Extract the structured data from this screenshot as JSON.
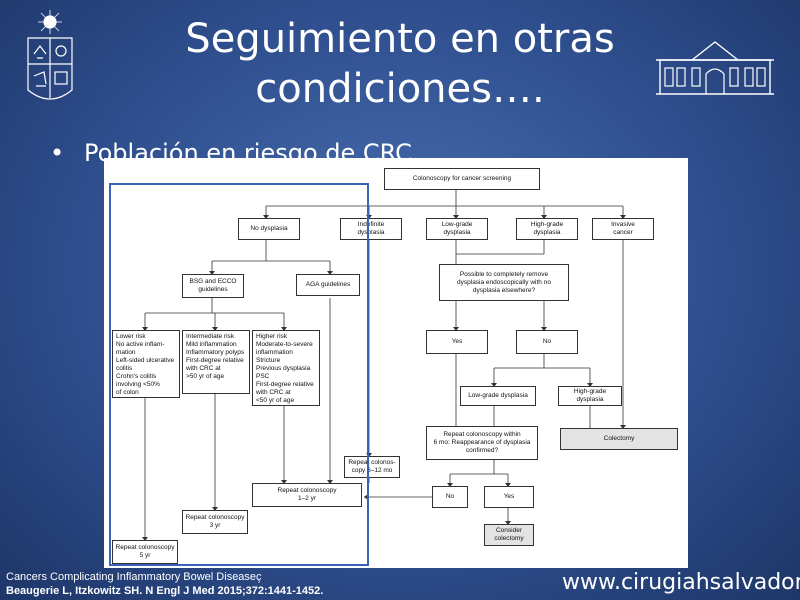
{
  "slide": {
    "title_line1": "Seguimiento en otras",
    "title_line2": "condiciones….",
    "bullet": "Población en riesgo de CRC",
    "citation_line1": "Cancers Complicating Inflammatory Bowel Diseaseç",
    "citation_line2": "Beaugerie L, Itzkowitz SH. N Engl J Med 2015;372:1441-1452.",
    "website": "www.cirugiahsalvador.cl"
  },
  "flowchart": {
    "root": "Colonoscopy for cancer screening",
    "no_dysplasia": "No dysplasia",
    "indefinite": "Indefinite\ndysplasia",
    "low_grade": "Low-grade\ndysplasia",
    "high_grade": "High-grade\ndysplasia",
    "invasive": "Invasive\ncancer",
    "bsg_ecco": "BSG and ECCO\nguidelines",
    "aga": "AGA guidelines",
    "lower_risk": "Lower risk\n   No active inflam-\n      mation\n   Left-sided ulcerative\n      colitis\n   Crohn's colitis\n      involving <50%\n      of colon",
    "intermediate_risk": "Intermediate risk\n   Mild inflammation\n   Inflammatory polyps\n   First-degree relative\n      with CRC at\n      >50 yr of age",
    "higher_risk": "Higher risk\n   Moderate-to-severe\n      inflammation\n   Stricture\n   Previous dysplasia\n   PSC\n   First-degree relative\n      with CRC at\n      <50 yr of age",
    "possible_remove": "Possible to completely remove\ndysplasia endoscopically with no\ndysplasia elsewhere?",
    "yes1": "Yes",
    "no1": "No",
    "low_grade2": "Low-grade dysplasia",
    "high_grade2": "High-grade dysplasia",
    "repeat_6mo": "Repeat colonoscopy within\n6 mo: Reappearance of dysplasia\nconfirmed?",
    "colectomy": "Colectomy",
    "repeat_6_12": "Repeat colonos-\ncopy 6–12 mo",
    "repeat_1_2": "Repeat colonoscopy\n1–2 yr",
    "no2": "No",
    "yes2": "Yes",
    "repeat_3": "Repeat colonoscopy\n3 yr",
    "consider_colectomy": "Consider\ncolectomy",
    "repeat_5": "Repeat colonoscopy\n5 yr"
  }
}
